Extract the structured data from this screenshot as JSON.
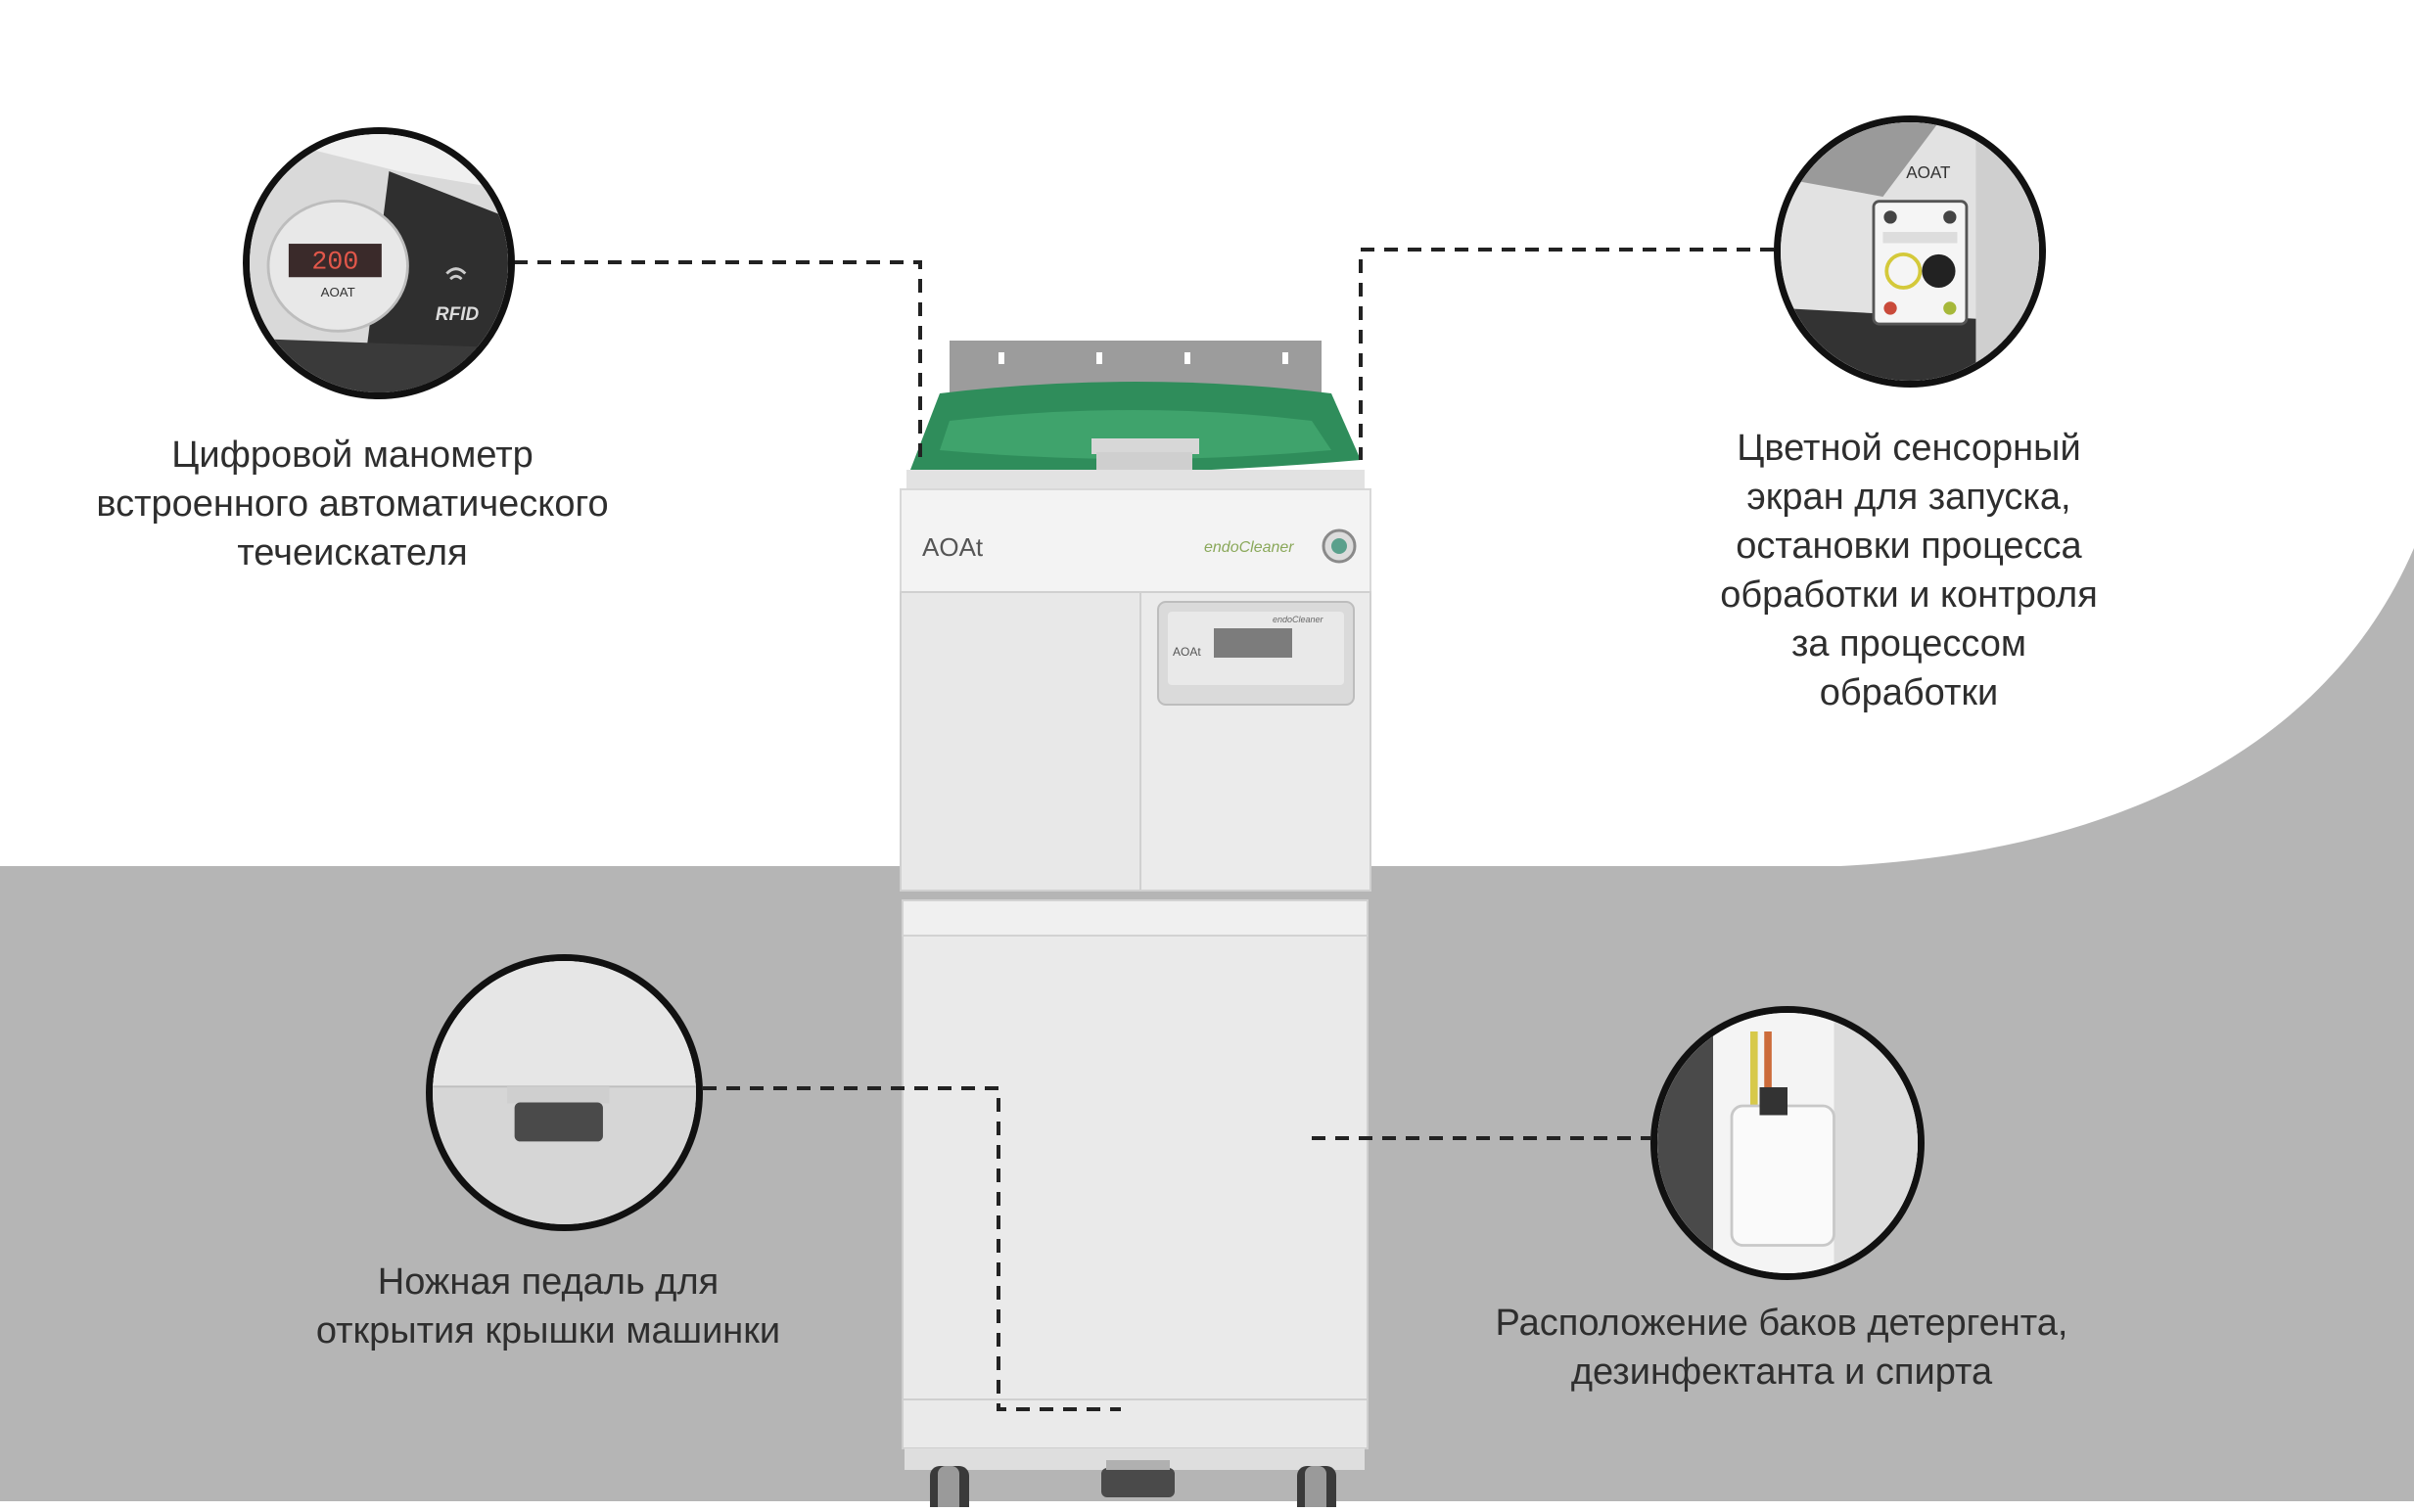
{
  "colors": {
    "floor": "#b5b5b5",
    "background": "#ffffff",
    "lid_green": "#2e8b57",
    "machine_body": "#eeeeee",
    "leader_line": "#222222"
  },
  "callouts": {
    "manometer": {
      "lines": [
        "Цифровой манометр",
        "встроенного автоматического",
        "течеискателя"
      ],
      "display_value": "200",
      "rfid_label": "RFID",
      "brand": "AOAT"
    },
    "touchscreen": {
      "lines": [
        "Цветной сенсорный",
        "экран для запуска,",
        "остановки процесса",
        "обработки и контроля",
        "за процессом",
        "обработки"
      ],
      "brand": "AOAT"
    },
    "pedal": {
      "lines": [
        "Ножная педаль для",
        "открытия крышки машинки"
      ]
    },
    "tanks": {
      "lines": [
        "Расположение баков детергента,",
        "дезинфектанта и спирта"
      ]
    }
  },
  "machine": {
    "brand": "AOAt",
    "model": "endoCleaner",
    "panel_brand": "AOAt",
    "panel_model": "endoCleaner"
  },
  "icons": {
    "rfid": "wifi-icon",
    "power": "power-button-icon"
  }
}
